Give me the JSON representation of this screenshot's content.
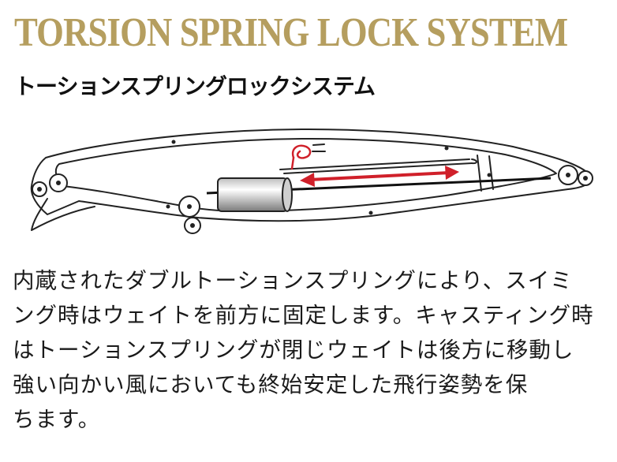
{
  "header": {
    "title_en": "TORSION SPRING LOCK SYSTEM",
    "title_jp": "トーションスプリングロックシステム"
  },
  "colors": {
    "title_gold": "#b59e5f",
    "arrow_red": "#d0202a",
    "outline": "#222222"
  },
  "description": {
    "lines": [
      "内蔵されたダブルトーションスプリングにより、スイミ",
      "ング時はウェイトを前方に固定します。キャスティング時",
      "はトーションスプリングが閉じウェイトは後方に移動し",
      "強い向かい風においても終始安定した飛行姿勢を保",
      "ちます。"
    ]
  }
}
